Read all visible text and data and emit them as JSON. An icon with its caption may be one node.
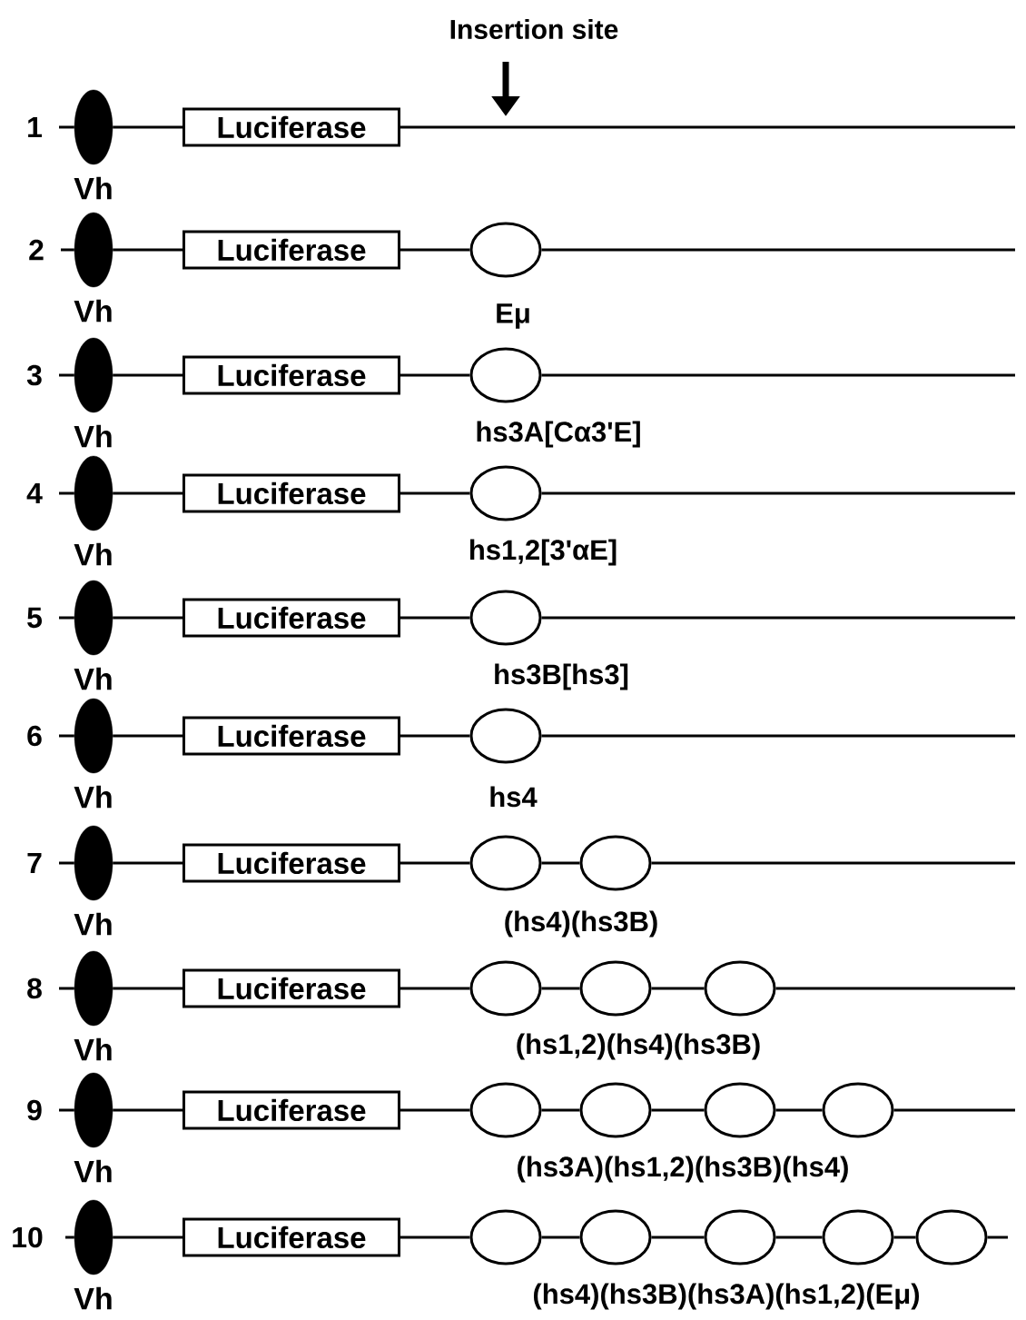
{
  "diagram": {
    "nodes": [
      {
        "text": [],
        "shape": "ellipse",
        "beside": [
          "Vh"
        ]
      },
      {
        "text": [
          "Luciferase"
        ]
      },
      {
        "text": [],
        "shape": "ellipse",
        "beside": [
          "Vh"
        ]
      },
      {
        "text": [
          "Luciferase"
        ]
      },
      {
        "text": [],
        "shape": "circle"
      },
      {
        "text": [],
        "shape": "ellipse",
        "beside": [
          "Vh"
        ]
      },
      {
        "text": [
          "Luciferase"
        ]
      },
      {
        "text": [],
        "shape": "circle"
      },
      {
        "text": [],
        "shape": "ellipse",
        "beside": [
          "Vh"
        ]
      },
      {
        "text": [
          "Luciferase"
        ]
      },
      {
        "text": [],
        "shape": "circle"
      },
      {
        "text": [],
        "shape": "ellipse",
        "beside": [
          "Vh"
        ]
      },
      {
        "text": [
          "Luciferase"
        ]
      },
      {
        "text": [],
        "shape": "circle"
      },
      {
        "text": [],
        "shape": "ellipse",
        "beside": [
          "Vh"
        ]
      },
      {
        "text": [
          "Luciferase"
        ]
      },
      {
        "text": [],
        "shape": "circle"
      },
      {
        "text": [],
        "shape": "ellipse",
        "beside": [
          "Vh"
        ]
      },
      {
        "text": [
          "Luciferase"
        ]
      },
      {
        "text": [],
        "shape": "circle"
      },
      {
        "text": [],
        "shape": "circle"
      },
      {
        "text": [],
        "shape": "ellipse",
        "beside": [
          "Vh"
        ]
      },
      {
        "text": [
          "Luciferase"
        ]
      },
      {
        "text": [],
        "shape": "circle"
      },
      {
        "text": [],
        "shape": "circle"
      },
      {
        "text": [],
        "shape": "circle"
      },
      {
        "text": [],
        "shape": "ellipse",
        "beside": [
          "Vh"
        ]
      },
      {
        "text": [
          "Luciferase"
        ]
      },
      {
        "text": [],
        "shape": "circle"
      },
      {
        "text": [],
        "shape": "circle"
      },
      {
        "text": [],
        "shape": "circle"
      },
      {
        "text": [],
        "shape": "circle"
      },
      {
        "text": [],
        "shape": "ellipse",
        "beside": [
          "Vh"
        ]
      },
      {
        "text": [
          "Luciferase"
        ]
      },
      {
        "text": [],
        "shape": "circle"
      },
      {
        "text": [],
        "shape": "circle"
      },
      {
        "text": [],
        "shape": "circle"
      },
      {
        "text": [],
        "shape": "circle"
      },
      {
        "text": [],
        "shape": "circle"
      }
    ],
    "edges": [
      {
        "from": null,
        "to": 0,
        "arrow": "none"
      },
      {
        "from": 0,
        "to": 1,
        "arrow": "none"
      },
      {
        "from": 1,
        "to": null,
        "arrow": "none"
      },
      {
        "from": null,
        "to": 2,
        "arrow": "none"
      },
      {
        "from": 2,
        "to": 3,
        "arrow": "none"
      },
      {
        "from": 3,
        "to": 4,
        "arrow": "none"
      },
      {
        "from": 4,
        "to": null,
        "arrow": "none"
      },
      {
        "from": null,
        "to": 5,
        "arrow": "none"
      },
      {
        "from": 5,
        "to": 6,
        "arrow": "none"
      },
      {
        "from": 6,
        "to": 7,
        "arrow": "none"
      },
      {
        "from": 7,
        "to": null,
        "arrow": "none"
      },
      {
        "from": null,
        "to": 8,
        "arrow": "none"
      },
      {
        "from": 8,
        "to": 9,
        "arrow": "none"
      },
      {
        "from": 9,
        "to": 10,
        "arrow": "none"
      },
      {
        "from": 10,
        "to": null,
        "arrow": "none"
      },
      {
        "from": null,
        "to": 11,
        "arrow": "none"
      },
      {
        "from": 11,
        "to": 12,
        "arrow": "none"
      },
      {
        "from": 12,
        "to": 13,
        "arrow": "none"
      },
      {
        "from": 13,
        "to": null,
        "arrow": "none"
      },
      {
        "from": null,
        "to": 14,
        "arrow": "none"
      },
      {
        "from": 14,
        "to": 15,
        "arrow": "none"
      },
      {
        "from": 15,
        "to": 16,
        "arrow": "none"
      },
      {
        "from": 16,
        "to": null,
        "arrow": "none"
      },
      {
        "from": null,
        "to": 17,
        "arrow": "none"
      },
      {
        "from": 17,
        "to": 18,
        "arrow": "none"
      },
      {
        "from": 18,
        "to": 19,
        "arrow": "none"
      },
      {
        "from": 19,
        "to": 20,
        "arrow": "none"
      },
      {
        "from": 20,
        "to": null,
        "arrow": "none"
      },
      {
        "from": null,
        "to": 21,
        "arrow": "none"
      },
      {
        "from": 21,
        "to": 22,
        "arrow": "none"
      },
      {
        "from": 22,
        "to": 23,
        "arrow": "none"
      },
      {
        "from": 23,
        "to": 24,
        "arrow": "none"
      },
      {
        "from": 24,
        "to": 25,
        "arrow": "none"
      },
      {
        "from": 25,
        "to": null,
        "arrow": "none"
      },
      {
        "from": null,
        "to": 26,
        "arrow": "none"
      },
      {
        "from": 26,
        "to": 27,
        "arrow": "none"
      },
      {
        "from": 27,
        "to": 28,
        "arrow": "none"
      },
      {
        "from": 28,
        "to": 29,
        "arrow": "none"
      },
      {
        "from": 29,
        "to": 30,
        "arrow": "none"
      },
      {
        "from": 30,
        "to": 31,
        "arrow": "none"
      },
      {
        "from": 31,
        "to": null,
        "arrow": "none"
      },
      {
        "from": null,
        "to": 32,
        "arrow": "none"
      },
      {
        "from": 32,
        "to": 33,
        "arrow": "none"
      },
      {
        "from": 33,
        "to": 34,
        "arrow": "none"
      },
      {
        "from": 34,
        "to": 35,
        "arrow": "none"
      },
      {
        "from": 35,
        "to": 36,
        "arrow": "none"
      },
      {
        "from": 36,
        "to": 37,
        "arrow": "none"
      },
      {
        "from": 37,
        "to": 38,
        "arrow": "none"
      },
      {
        "from": 38,
        "to": null,
        "arrow": "none"
      }
    ],
    "labels": [
      "Insertion site",
      "1",
      "2",
      "Eμ",
      "3",
      "hs3A[Cα3'E]",
      "4",
      "hs1,2[3'αE]",
      "5",
      "hs3B[hs3]",
      "6",
      "hs4",
      "7",
      "(hs4)(hs3B)",
      "8",
      "(hs1,2)(hs4)(hs3B)",
      "9",
      "(hs3A)(hs1,2)(hs3B)(hs4)",
      "10",
      "(hs4)(hs3B)(hs3A)(hs1,2)(Eμ)"
    ]
  }
}
